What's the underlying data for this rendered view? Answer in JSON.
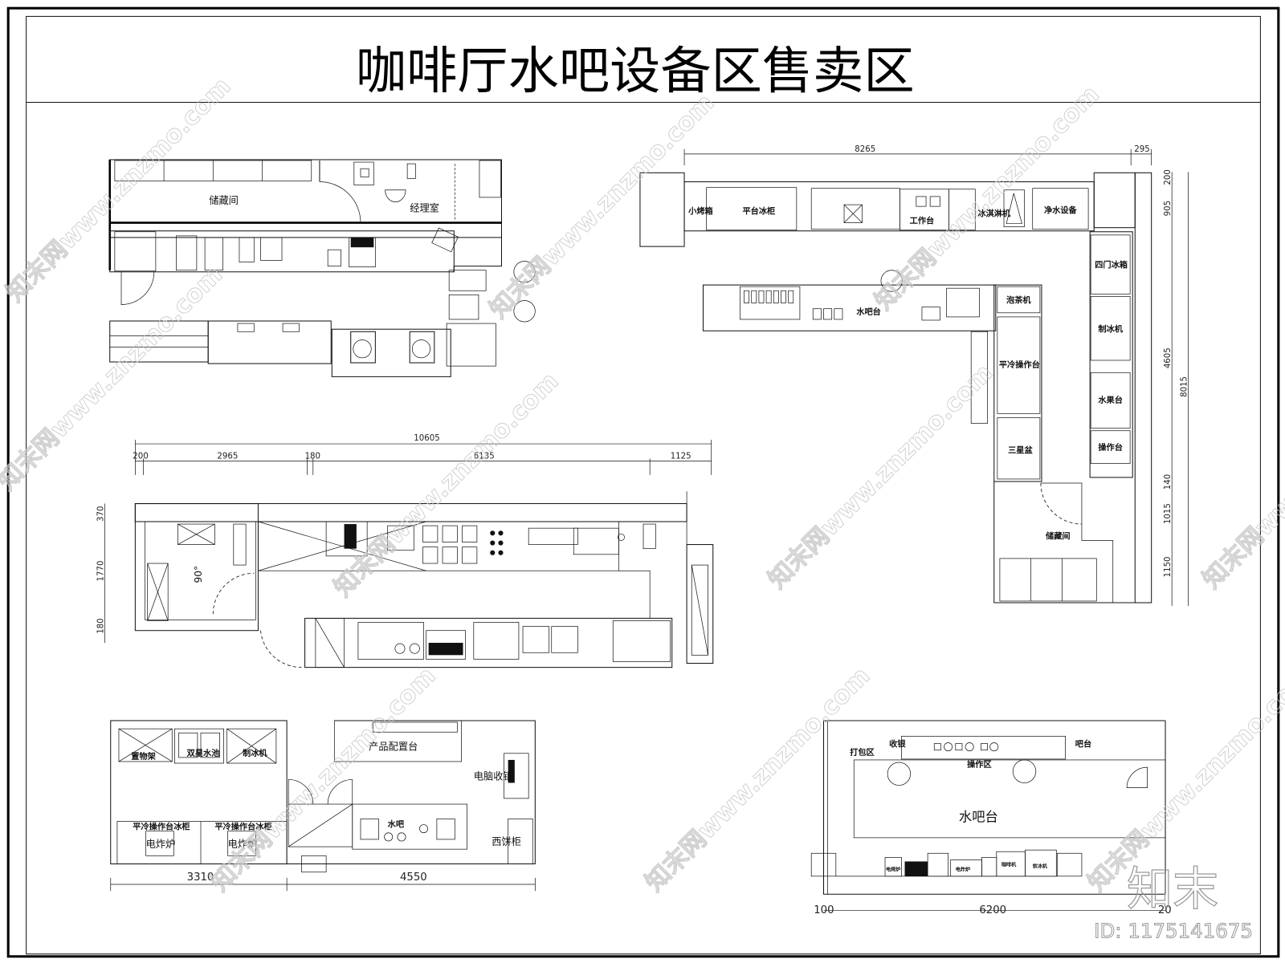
{
  "title": "咖啡厅水吧设备区售卖区",
  "plan_top_left": {
    "rooms": [
      "储藏间",
      "经理室"
    ]
  },
  "plan_top_right": {
    "labels": [
      "小烤箱",
      "平台冰柜",
      "工作台",
      "冰淇淋机",
      "净水设备",
      "四门冰箱",
      "制冰机",
      "水果台",
      "操作台",
      "水吧台",
      "泡茶机",
      "平冷操作台",
      "三星盆",
      "储藏间"
    ],
    "dims_top": [
      "8265",
      "295"
    ],
    "dims_right": [
      "200",
      "905",
      "4605",
      "140",
      "1015",
      "1150",
      "8015"
    ]
  },
  "plan_middle_left": {
    "dims_top_total": "10605",
    "dims_top": [
      "200",
      "2965",
      "180",
      "6135",
      "1125"
    ],
    "dims_left": [
      "370",
      "1770",
      "180"
    ],
    "angle_label": "90°"
  },
  "plan_bottom_left": {
    "labels": [
      "置物架",
      "双星水池",
      "制冰机",
      "产品配置台",
      "电脑收银",
      "平冷操作台冰柜",
      "平冷操作台冰柜",
      "电炸炉",
      "电炸炉",
      "水吧",
      "西饼柜"
    ],
    "dims": [
      "3310",
      "4550"
    ]
  },
  "plan_bottom_right": {
    "labels": [
      "打包区",
      "收银",
      "操作区",
      "吧台",
      "水吧台",
      "电烤炉",
      "电炸炉",
      "咖啡机",
      "软冰机"
    ],
    "dims": [
      "100",
      "6200",
      "20"
    ]
  },
  "watermark": {
    "text": "知末网www.znzmo.com",
    "logo": "知末",
    "id": "ID: 1175141675"
  }
}
